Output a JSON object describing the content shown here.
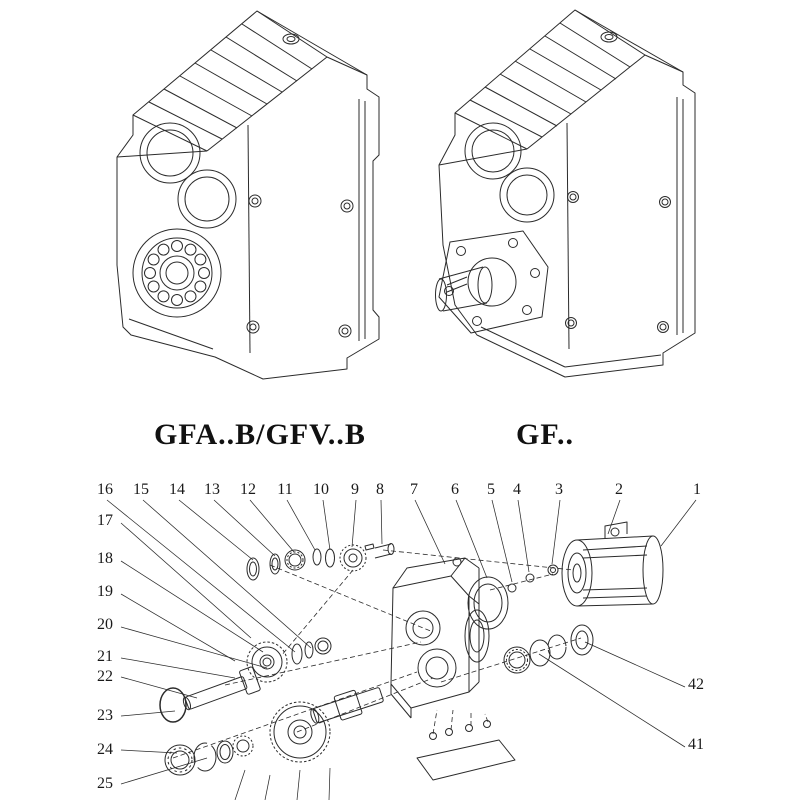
{
  "models": {
    "left_label": "GFA..B/GFV..B",
    "right_label": "GF.."
  },
  "exploded": {
    "top_numbers": [
      "16",
      "15",
      "14",
      "13",
      "12",
      "11",
      "10",
      "9",
      "8",
      "7",
      "6",
      "5",
      "4",
      "3",
      "2",
      "1"
    ],
    "left_numbers": [
      "17",
      "18",
      "19",
      "20",
      "21",
      "22",
      "23",
      "24",
      "25"
    ],
    "right_numbers": [
      "42",
      "41"
    ]
  },
  "colors": {
    "line": "#2b2b2b",
    "text": "#1a1a1a",
    "background": "#ffffff"
  }
}
